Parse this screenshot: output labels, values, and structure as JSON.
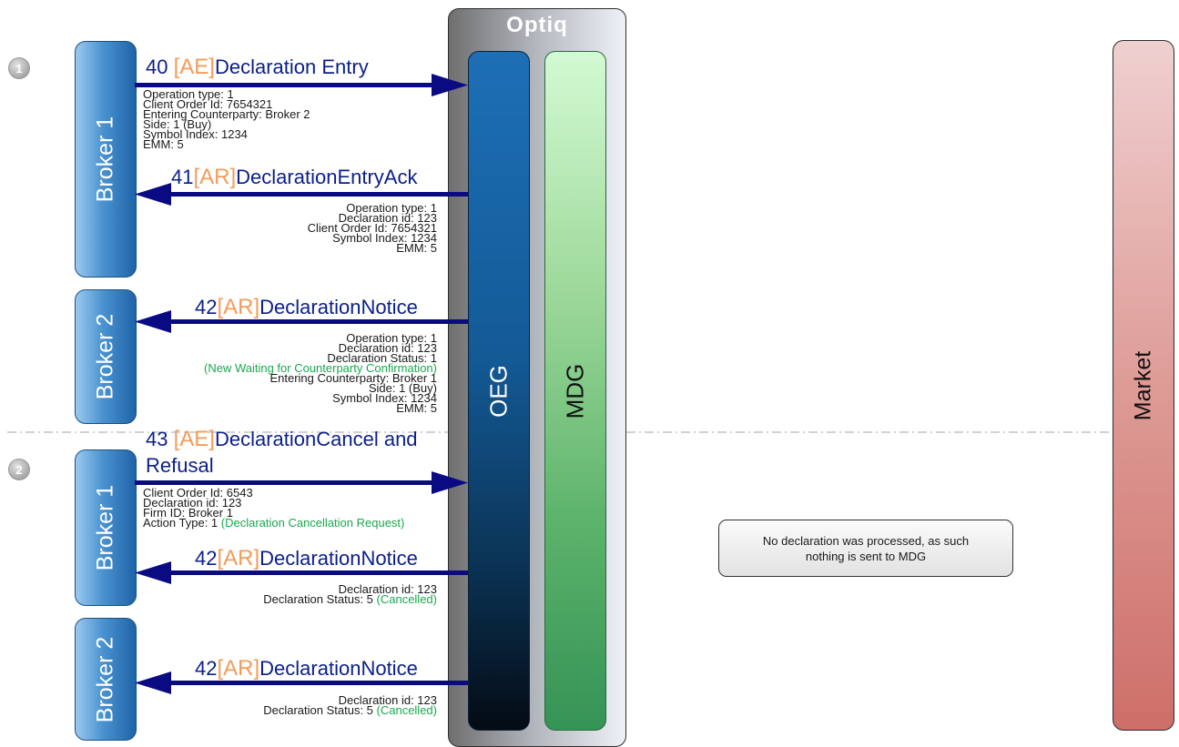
{
  "steps": [
    "1",
    "2"
  ],
  "actors": {
    "broker1": "Broker 1",
    "broker2": "Broker 2",
    "optiq": "Optiq",
    "oeg": "OEG",
    "mdg": "MDG",
    "market": "Market"
  },
  "messages": {
    "m40": {
      "num": "40",
      "code": "[AE]",
      "name": "Declaration Entry",
      "fields": [
        "Operation type: 1",
        "Client Order Id: 7654321",
        "Entering Counterparty: Broker 2",
        "Side:  1 (Buy)",
        "Symbol Index: 1234",
        "EMM: 5"
      ]
    },
    "m41": {
      "num": "41",
      "code": "[AR]",
      "name": "DeclarationEntryAck",
      "fields": [
        "Operation type:  1",
        "Declaration id: 123",
        "Client Order Id: 7654321",
        "Symbol Index: 1234",
        "EMM: 5"
      ]
    },
    "m42a": {
      "num": "42",
      "code": "[AR]",
      "name": "DeclarationNotice",
      "fields": [
        "Operation type:  1",
        "Declaration id: 123",
        "Declaration Status: 1"
      ],
      "status_note": "(New Waiting for Counterparty Confirmation)",
      "fields2": [
        "Entering Counterparty: Broker 1",
        "Side:  1 (Buy)",
        "Symbol Index: 1234",
        "EMM: 5"
      ]
    },
    "m43": {
      "num": "43",
      "code": "[AE]",
      "name": "DeclarationCancel and",
      "name2": "Refusal",
      "fields": [
        "Client Order Id: 6543",
        "Declaration id: 123",
        "Firm ID: Broker 1"
      ],
      "action": "Action Type: 1 ",
      "action_note": "(Declaration Cancellation Request)"
    },
    "m42b": {
      "num": "42",
      "code": "[AR]",
      "name": "DeclarationNotice",
      "field": "Declaration id: 123",
      "status": "Declaration Status: 5 ",
      "status_note": "(Cancelled)"
    },
    "m42c": {
      "num": "42",
      "code": "[AR]",
      "name": "DeclarationNotice",
      "field": "Declaration id: 123",
      "status": "Declaration Status: 5 ",
      "status_note": "(Cancelled)"
    }
  },
  "note": {
    "line1": "No declaration was processed, as such",
    "line2": "nothing is sent to MDG"
  },
  "colors": {
    "arrow": "#0a0a82",
    "message_title": "#0b1f8a",
    "message_code": "#f39c5a",
    "status_note": "#19a84f",
    "broker": "#2b7cc5",
    "oeg": "#135a96",
    "mdg": "#8fd18f",
    "market": "#d98680"
  }
}
